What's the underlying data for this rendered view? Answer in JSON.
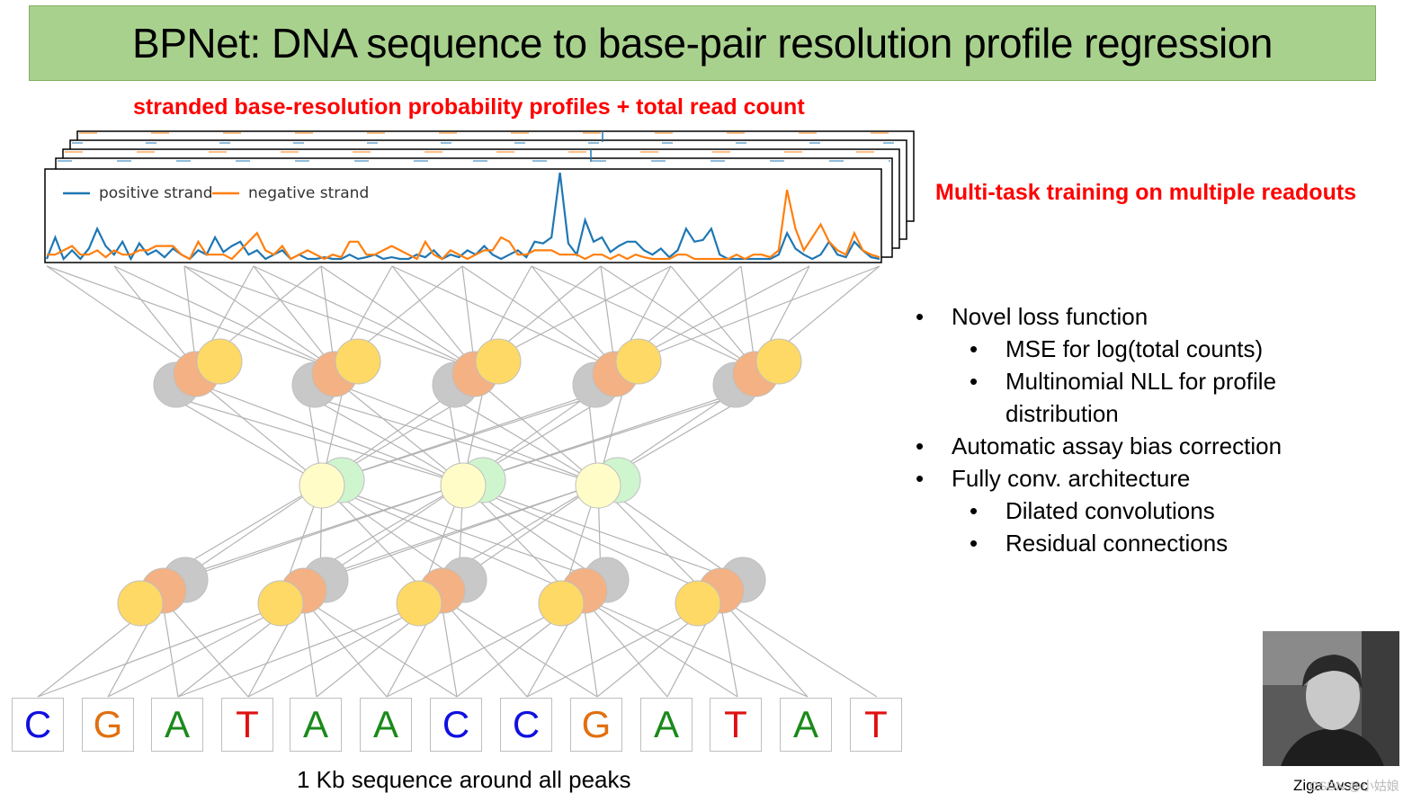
{
  "title": "BPNet: DNA sequence to base-pair resolution profile regression",
  "profile_caption": "stranded base-resolution probability profiles + total read count",
  "multitask_caption": "Multi-task training on multiple readouts",
  "legend": {
    "positive": "positive strand",
    "negative": "negative strand"
  },
  "colors": {
    "positive": "#1f77b4",
    "negative": "#ff7f0e",
    "title_bg": "#a9d18e",
    "accent": "#ff0000",
    "A": "#1a8a1a",
    "C": "#1010e0",
    "G": "#e07010",
    "T": "#e01010"
  },
  "bullets": [
    {
      "level": 1,
      "text": "Novel loss function"
    },
    {
      "level": 2,
      "text": "MSE for log(total counts)"
    },
    {
      "level": 2,
      "text": "Multinomial NLL for profile"
    },
    {
      "level": 3,
      "text": "distribution"
    },
    {
      "level": 1,
      "text": "Automatic assay bias correction"
    },
    {
      "level": 1,
      "text": "Fully conv. architecture"
    },
    {
      "level": 2,
      "text": "Dilated convolutions"
    },
    {
      "level": 2,
      "text": "Residual connections"
    }
  ],
  "bullet_char": "•",
  "sequence": [
    "C",
    "G",
    "A",
    "T",
    "A",
    "A",
    "C",
    "C",
    "G",
    "A",
    "T",
    "A",
    "T"
  ],
  "sequence_caption": "1 Kb sequence around all peaks",
  "photo_caption": "Ziga Avsec",
  "watermark": "CSDN @小姑娘",
  "chart_data": {
    "type": "line",
    "legend": [
      "positive strand",
      "negative strand"
    ],
    "series": [
      {
        "name": "positive strand",
        "values": [
          0,
          0.25,
          0,
          0.1,
          0,
          0.12,
          0.35,
          0.15,
          0.05,
          0.2,
          0,
          0.18,
          0.05,
          0.1,
          0.02,
          0.12,
          0.05,
          0,
          0.1,
          0.05,
          0.25,
          0.08,
          0.15,
          0.2,
          0.05,
          0.1,
          0,
          0.05,
          0.1,
          0,
          0.05,
          0,
          0,
          0.02,
          0,
          0,
          0.05,
          0,
          0.02,
          0.05,
          0,
          0.02,
          0,
          0,
          0.05,
          0.02,
          0.1,
          0,
          0.05,
          0.02,
          0.1,
          0.05,
          0.15,
          0.05,
          0,
          0.05,
          0.1,
          0.02,
          0.2,
          0.18,
          0.25,
          1.0,
          0.18,
          0.05,
          0.45,
          0.2,
          0.25,
          0.08,
          0.15,
          0.2,
          0.2,
          0.1,
          0.05,
          0.12,
          0.02,
          0.1,
          0.35,
          0.2,
          0.22,
          0.35,
          0.05,
          0,
          0,
          0,
          0,
          0,
          0,
          0.05,
          0.3,
          0.12,
          0.05,
          0,
          0.05,
          0.2,
          0.05,
          0.02,
          0.2,
          0.1,
          0.02,
          0
        ]
      },
      {
        "name": "negative strand",
        "values": [
          0.05,
          0.05,
          0.1,
          0.15,
          0.05,
          0.05,
          0.1,
          0.02,
          0.1,
          0.05,
          0.05,
          0.1,
          0.1,
          0.15,
          0.15,
          0.15,
          0.05,
          0,
          0.2,
          0.05,
          0.05,
          0.05,
          0,
          0.1,
          0.2,
          0.3,
          0.1,
          0.05,
          0.15,
          0,
          0.05,
          0.1,
          0.05,
          0,
          0.05,
          0.02,
          0.2,
          0.2,
          0.05,
          0.05,
          0.1,
          0.15,
          0.1,
          0.05,
          0,
          0.2,
          0.05,
          0,
          0.1,
          0.05,
          0,
          0.05,
          0.1,
          0.1,
          0.25,
          0.2,
          0.05,
          0.05,
          0.1,
          0.1,
          0.1,
          0.05,
          0.05,
          0.05,
          0,
          0.05,
          0.05,
          0,
          0.05,
          0,
          0.05,
          0.02,
          0,
          0,
          0,
          0.05,
          0.05,
          0,
          0,
          0,
          0,
          0,
          0.05,
          0,
          0.05,
          0.05,
          0.02,
          0.1,
          0.8,
          0.35,
          0.1,
          0.25,
          0.4,
          0.2,
          0.1,
          0.05,
          0.3,
          0.1,
          0.05,
          0.02
        ]
      }
    ],
    "ylim": [
      0,
      1
    ]
  }
}
